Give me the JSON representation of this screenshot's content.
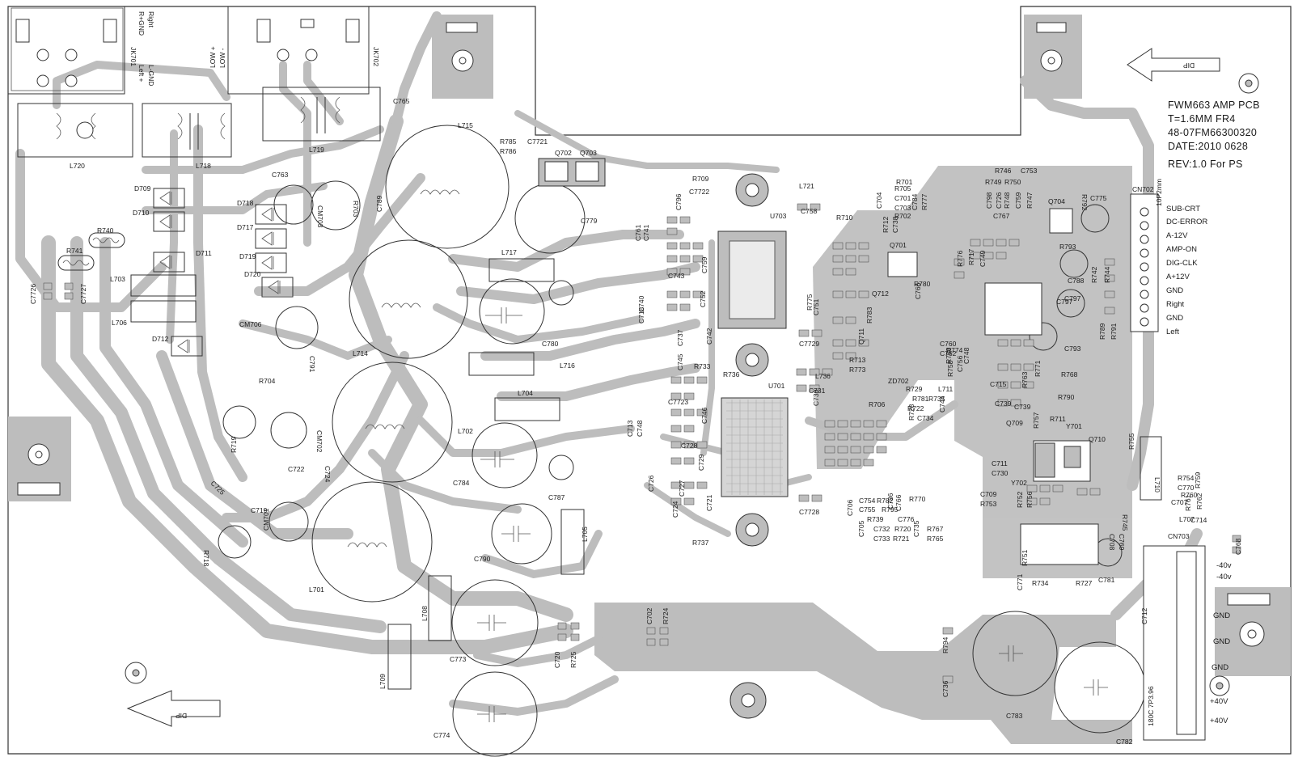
{
  "board_info": [
    "FWM663 AMP PCB",
    "T=1.6MM FR4",
    "48-07FM66300320",
    "DATE:2010 0628",
    "REV:1.0 For PS"
  ],
  "dip_arrows": [
    "DIP",
    "DIP"
  ],
  "jacks": {
    "jk701_name": "JK701",
    "jk701_pins": [
      "R+GND",
      "Right",
      "Left +",
      "L-GND"
    ],
    "jk702_name": "JK702",
    "jk702_pins": [
      "LOW +",
      "LOW -"
    ]
  },
  "cn702": {
    "name": "CN702",
    "pitch": "10P2mm",
    "pins": [
      "SUB-CRT",
      "DC-ERROR",
      "A-12V",
      "AMP-ON",
      "DIG-CLK",
      "A+12V",
      "GND",
      "Right",
      "GND",
      "Left"
    ]
  },
  "cn703": {
    "name": "CN703",
    "part": "180C 7P3.96",
    "pins": [
      "-40v",
      "-40v",
      "GND",
      "GND",
      "GND",
      "+40V",
      "+40V"
    ]
  },
  "inductors": [
    "L720",
    "L718",
    "L719",
    "L715",
    "L717",
    "L714",
    "L716",
    "L704",
    "L702",
    "L701",
    "L703",
    "L706",
    "L705",
    "L708",
    "L709",
    "L721",
    "L736",
    "L711",
    "L707",
    "L710"
  ],
  "electrolytic_caps": [
    "C779",
    "C780",
    "C784",
    "C787",
    "C790",
    "C773",
    "C774",
    "C783",
    "C782",
    "C788",
    "C797",
    "C793",
    "C781"
  ],
  "ics": [
    "U703",
    "U701",
    "Q702",
    "Q703",
    "Q701",
    "Q704",
    "Q709",
    "Q710",
    "Q712",
    "Q711",
    "Y701",
    "Y702",
    "ZD702"
  ],
  "diodes": [
    "D709",
    "D710",
    "D711",
    "D712",
    "D717",
    "D718",
    "D719",
    "D720"
  ],
  "parts_left": [
    "C765",
    "C763",
    "C7721",
    "R785",
    "R786",
    "R740",
    "R741",
    "C7726",
    "C7727",
    "CM706",
    "R703",
    "C789",
    "CM703",
    "C791",
    "R704",
    "R719",
    "CM702",
    "C722",
    "C724",
    "C725",
    "C719",
    "CM701",
    "R718",
    "C720",
    "R725",
    "C702",
    "R724"
  ],
  "parts_mid": [
    "R709",
    "C7722",
    "C796",
    "C761",
    "C741",
    "C759",
    "C743",
    "C752",
    "C740",
    "C718",
    "C742",
    "C737",
    "C745",
    "R733",
    "R736",
    "C7723",
    "C746",
    "C713",
    "C748",
    "C728",
    "C726",
    "C729",
    "C727",
    "C721",
    "C724",
    "R737",
    "C7729",
    "C7728",
    "C758",
    "C731",
    "C730",
    "R706",
    "R713",
    "R773",
    "R710",
    "R775",
    "C751",
    "C739"
  ],
  "parts_right": [
    "C704",
    "C701",
    "C703",
    "R712",
    "C738",
    "R705",
    "R702",
    "R701",
    "C784",
    "R777",
    "R746",
    "C753",
    "R749",
    "C798",
    "R750",
    "C726",
    "R748",
    "C759",
    "R747",
    "C767",
    "R792",
    "C775",
    "R776",
    "R717",
    "C749",
    "R793",
    "R780",
    "C766",
    "R783",
    "C797",
    "R742",
    "R744",
    "R789",
    "R791",
    "R758",
    "C760",
    "C762",
    "R774",
    "R753",
    "C756",
    "C748",
    "R763",
    "R771",
    "R768",
    "R729",
    "R781",
    "R735",
    "R722",
    "R728",
    "C734",
    "C744",
    "C715",
    "R790",
    "C739",
    "R711",
    "R757",
    "R755",
    "C711",
    "C730",
    "C709",
    "R753",
    "R752",
    "R756",
    "R754",
    "C770",
    "R759",
    "R760",
    "C707",
    "R761",
    "R762",
    "C714",
    "R751",
    "C771",
    "R734",
    "R727",
    "C712",
    "C769",
    "C708",
    "R745",
    "C768",
    "R794",
    "C736",
    "C723"
  ],
  "parts_cluster": [
    "C706",
    "C754",
    "R782",
    "C786",
    "R770",
    "C755",
    "R795",
    "C766",
    "R739",
    "C776",
    "C705",
    "C732",
    "R720",
    "C735",
    "R767",
    "C733",
    "R721",
    "R765"
  ],
  "colors": {
    "copper": "#bdbdbd",
    "outline": "#333333",
    "background": "#ffffff"
  }
}
